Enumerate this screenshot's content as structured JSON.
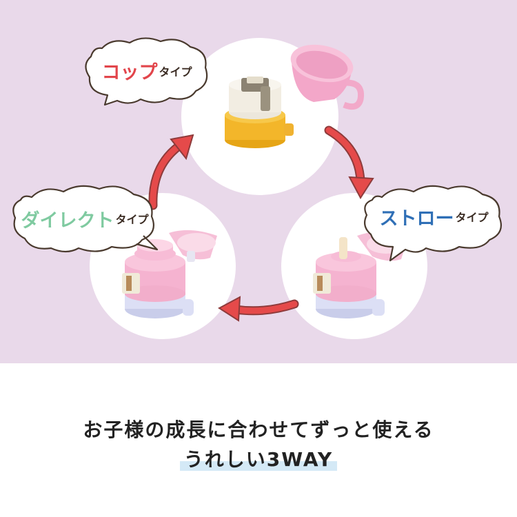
{
  "types": {
    "cup": {
      "main": "コップ",
      "suffix": "タイプ",
      "color": "#e2454b"
    },
    "straw": {
      "main": "ストロー",
      "suffix": "タイプ",
      "color": "#2f6fb6"
    },
    "direct": {
      "main": "ダイレクト",
      "suffix": "タイプ",
      "color": "#7fcaa0"
    }
  },
  "caption": {
    "line1": "お子様の成長に合わせてずっと使える",
    "line2": "うれしい3WAY"
  },
  "colors": {
    "background": "#e9d9ea",
    "arrow": "#e54a4a",
    "highlight": "#d4e9f6"
  }
}
